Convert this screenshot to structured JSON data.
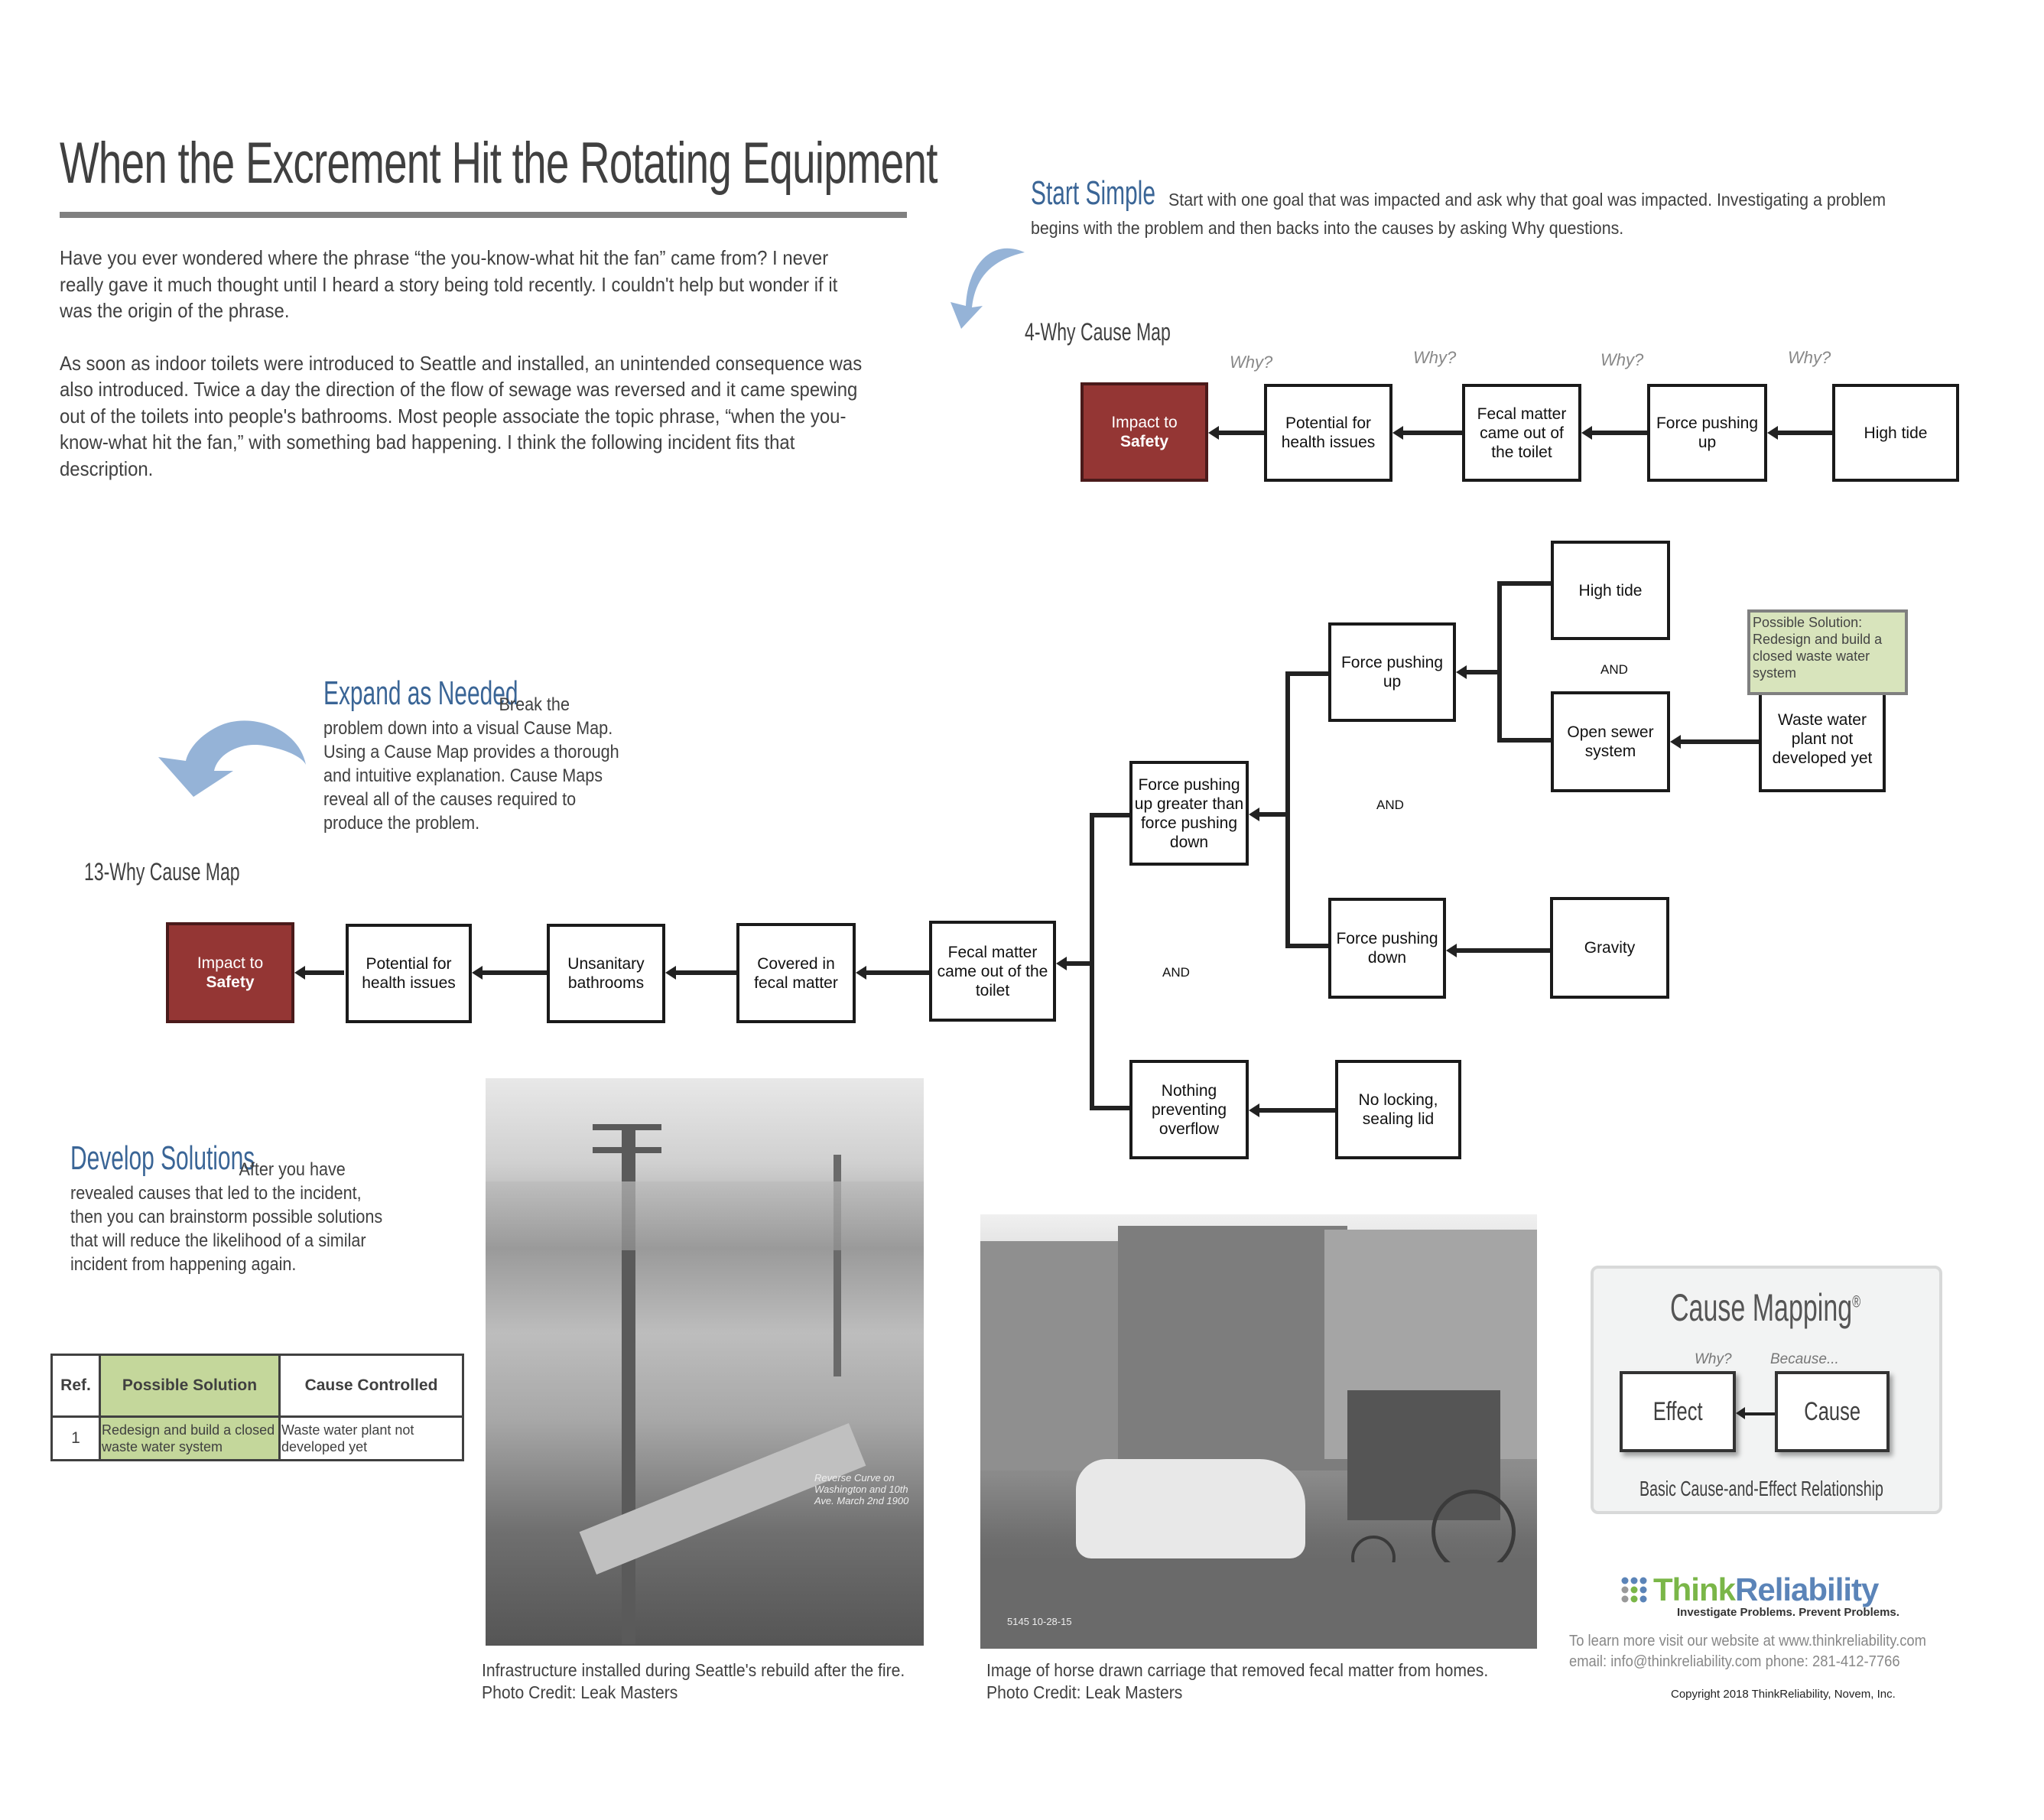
{
  "header": {
    "title": "When the Excrement Hit the Rotating Equipment"
  },
  "intro": {
    "paragraphs": [
      "Have you ever wondered where the phrase “the you-know-what hit the fan” came from? I never really gave it much thought until I heard a story being told recently. I couldn't help but wonder if it was the origin of the phrase.",
      "As soon as indoor toilets were introduced to Seattle and installed, an unintended consequence was also introduced. Twice a day the direction of the flow of sewage was reversed and it came spewing out of the toilets into people's bathrooms. Most people associate the topic phrase, “when the you-know-what hit the fan,” with something bad happening. I think the following incident fits that description."
    ]
  },
  "start_simple": {
    "heading": "Start Simple",
    "text": "Start with one goal that was impacted and ask why that goal was impacted. Investigating a problem begins with the problem and then backs into the causes by asking Why questions.",
    "map_label": "4-Why Cause Map",
    "why_labels": [
      "Why?",
      "Why?",
      "Why?",
      "Why?"
    ],
    "boxes": [
      {
        "line1": "Impact to",
        "line2": "Safety"
      },
      {
        "text": "Potential for health issues"
      },
      {
        "text": "Fecal matter came out of the toilet"
      },
      {
        "text": "Force pushing up"
      },
      {
        "text": "High tide"
      }
    ]
  },
  "expand": {
    "heading": "Expand as Needed",
    "text": "Break the problem down into a visual Cause Map. Using a Cause Map provides a thorough and intuitive explanation. Cause Maps reveal all of the causes required to produce the problem.",
    "map_label": "13-Why Cause Map",
    "chain": [
      {
        "line1": "Impact to",
        "line2": "Safety"
      },
      {
        "text": "Potential for health issues"
      },
      {
        "text": "Unsanitary bathrooms"
      },
      {
        "text": "Covered in fecal matter"
      },
      {
        "text": "Fecal matter came out of the toilet"
      }
    ],
    "branches": {
      "force_greater": "Force pushing up greater than force pushing down",
      "force_up": "Force pushing up",
      "force_down": "Force pushing down",
      "high_tide": "High tide",
      "open_sewer": "Open sewer system",
      "waste_plant": "Waste water plant not developed yet",
      "gravity": "Gravity",
      "nothing_preventing": "Nothing preventing overflow",
      "no_lid": "No locking, sealing lid"
    },
    "and_label": "AND",
    "solution_note": "Possible Solution: Redesign and build a closed waste water system"
  },
  "develop": {
    "heading": "Develop Solutions",
    "text": "After you have revealed causes that led to the incident, then you can brainstorm possible solutions that will reduce the likelihood of a similar incident from happening again.",
    "table": {
      "headers": [
        "Ref.",
        "Possible Solution",
        "Cause Controlled"
      ],
      "rows": [
        {
          "ref": "1",
          "solution": "Redesign and build a closed waste water system",
          "cause": "Waste water plant not developed yet"
        }
      ]
    }
  },
  "photos": [
    {
      "caption_line1": "Infrastructure installed during Seattle's rebuild after the fire.",
      "caption_line2": "Photo Credit: Leak Masters",
      "inset_text": "Reverse Curve on Washington and 10th Ave. March 2nd 1900"
    },
    {
      "caption_line1": "Image of horse drawn carriage that removed fecal matter from homes.",
      "caption_line2": "Photo Credit: Leak Masters",
      "inset_text": "5145  10-28-15"
    }
  ],
  "cause_mapping_panel": {
    "title": "Cause Mapping",
    "reg": "®",
    "why": "Why?",
    "because": "Because...",
    "effect": "Effect",
    "cause": "Cause",
    "caption": "Basic Cause-and-Effect Relationship"
  },
  "footer": {
    "logo_think": "Think",
    "logo_reliability": "Reliability",
    "tagline": "Investigate Problems. Prevent Problems.",
    "website_line": "To learn more visit our website at www.thinkreliability.com",
    "contact_line": "email:  info@thinkreliability.com  phone: 281-412-7766",
    "copyright": "Copyright 2018 ThinkReliability, Novem, Inc.",
    "colors": {
      "green": "#7ab648",
      "blue": "#5b84b8",
      "grey": "#999999"
    }
  }
}
